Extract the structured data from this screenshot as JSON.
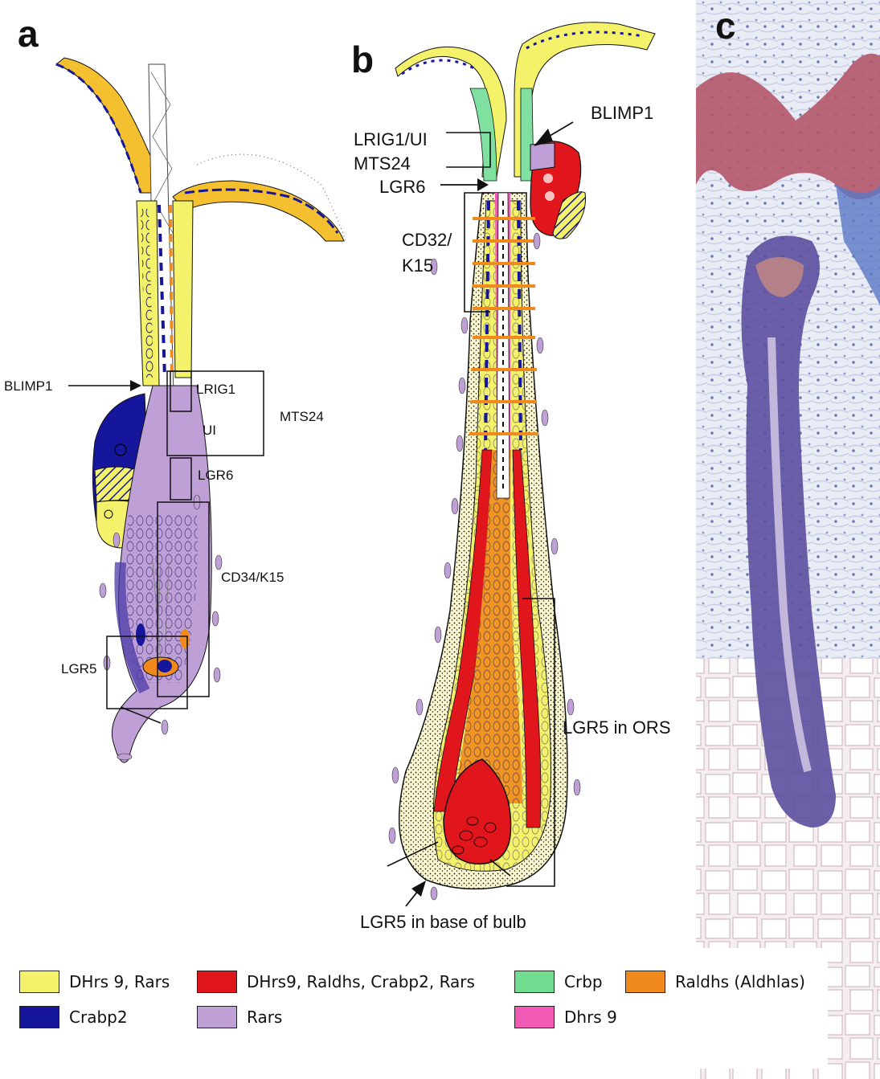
{
  "panels": {
    "a": {
      "letter": "a",
      "labels": {
        "blimp1": "BLIMP1",
        "lrig1": "LRIG1",
        "ui": "UI",
        "mts24": "MTS24",
        "lgr6": "LGR6",
        "cd34": "CD34/K15",
        "lgr5": "LGR5"
      }
    },
    "b": {
      "letter": "b",
      "labels": {
        "blimp1": "BLIMP1",
        "lrig1_ui": "LRIG1/UI",
        "mts24": "MTS24",
        "lgr6": "LGR6",
        "cd32_l1": "CD32/",
        "cd32_l2": "K15",
        "lgr5_ors": "LGR5 in ORS",
        "lgr5_base": "LGR5 in base of bulb"
      }
    },
    "c": {
      "letter": "c"
    }
  },
  "colors": {
    "yellow": "#f4f16a",
    "red": "#e0161c",
    "green": "#7fe0a0",
    "orange": "#f08a1c",
    "blue": "#15169c",
    "lilac": "#bfa0d6",
    "pink": "#f05ab4"
  },
  "legend": [
    {
      "label": "DHrs 9, Rars",
      "color": "#f4f16a"
    },
    {
      "label": "DHrs9, Raldhs, Crabp2, Rars",
      "color": "#e0161c"
    },
    {
      "label": "Crbp",
      "color": "#6fdc90"
    },
    {
      "label": "Raldhs (Aldhlas)",
      "color": "#f08a1c"
    },
    {
      "label": "Crabp2",
      "color": "#15169c"
    },
    {
      "label": "Rars",
      "color": "#bfa0d6"
    },
    {
      "label": "Dhrs 9",
      "color": "#f05ab4"
    }
  ]
}
